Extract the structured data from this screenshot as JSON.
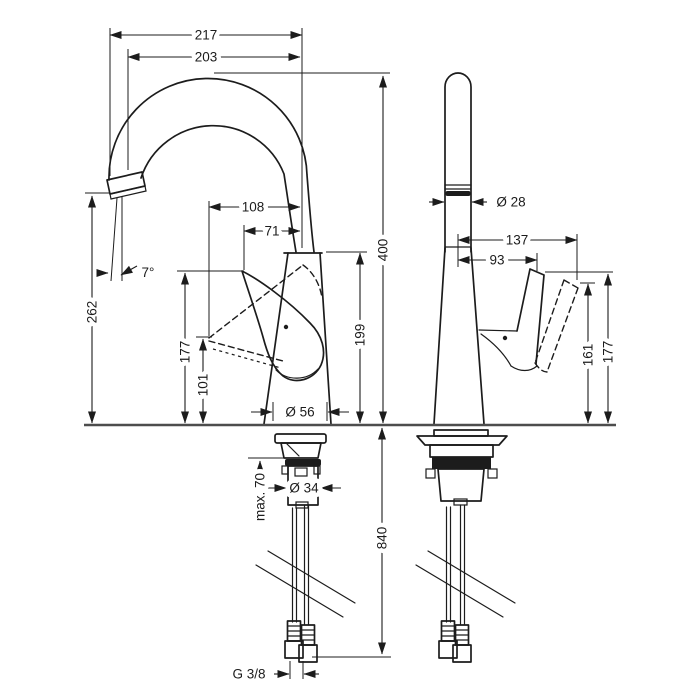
{
  "drawing": {
    "colors": {
      "line": "#1c1c1c",
      "counter": "#4d4d4d",
      "background": "#ffffff"
    },
    "labels": {
      "overall_width": "217",
      "spout_width": "203",
      "reach_outer": "108",
      "reach_inner": "71",
      "spout_height": "400",
      "outlet_height": "262",
      "handle_height_left": "177",
      "handle_low_height": "101",
      "body_height": "199",
      "outlet_angle": "7°",
      "base_diameter": "Ø 56",
      "pipe_diameter": "Ø 28",
      "handle_reach_outer": "137",
      "handle_reach_inner": "93",
      "handle_low_height_right": "161",
      "handle_height_right": "177",
      "shank_diameter": "Ø 34",
      "max_mounting_thickness": "max. 70",
      "hose_length": "840",
      "thread_size": "G 3/8"
    }
  }
}
